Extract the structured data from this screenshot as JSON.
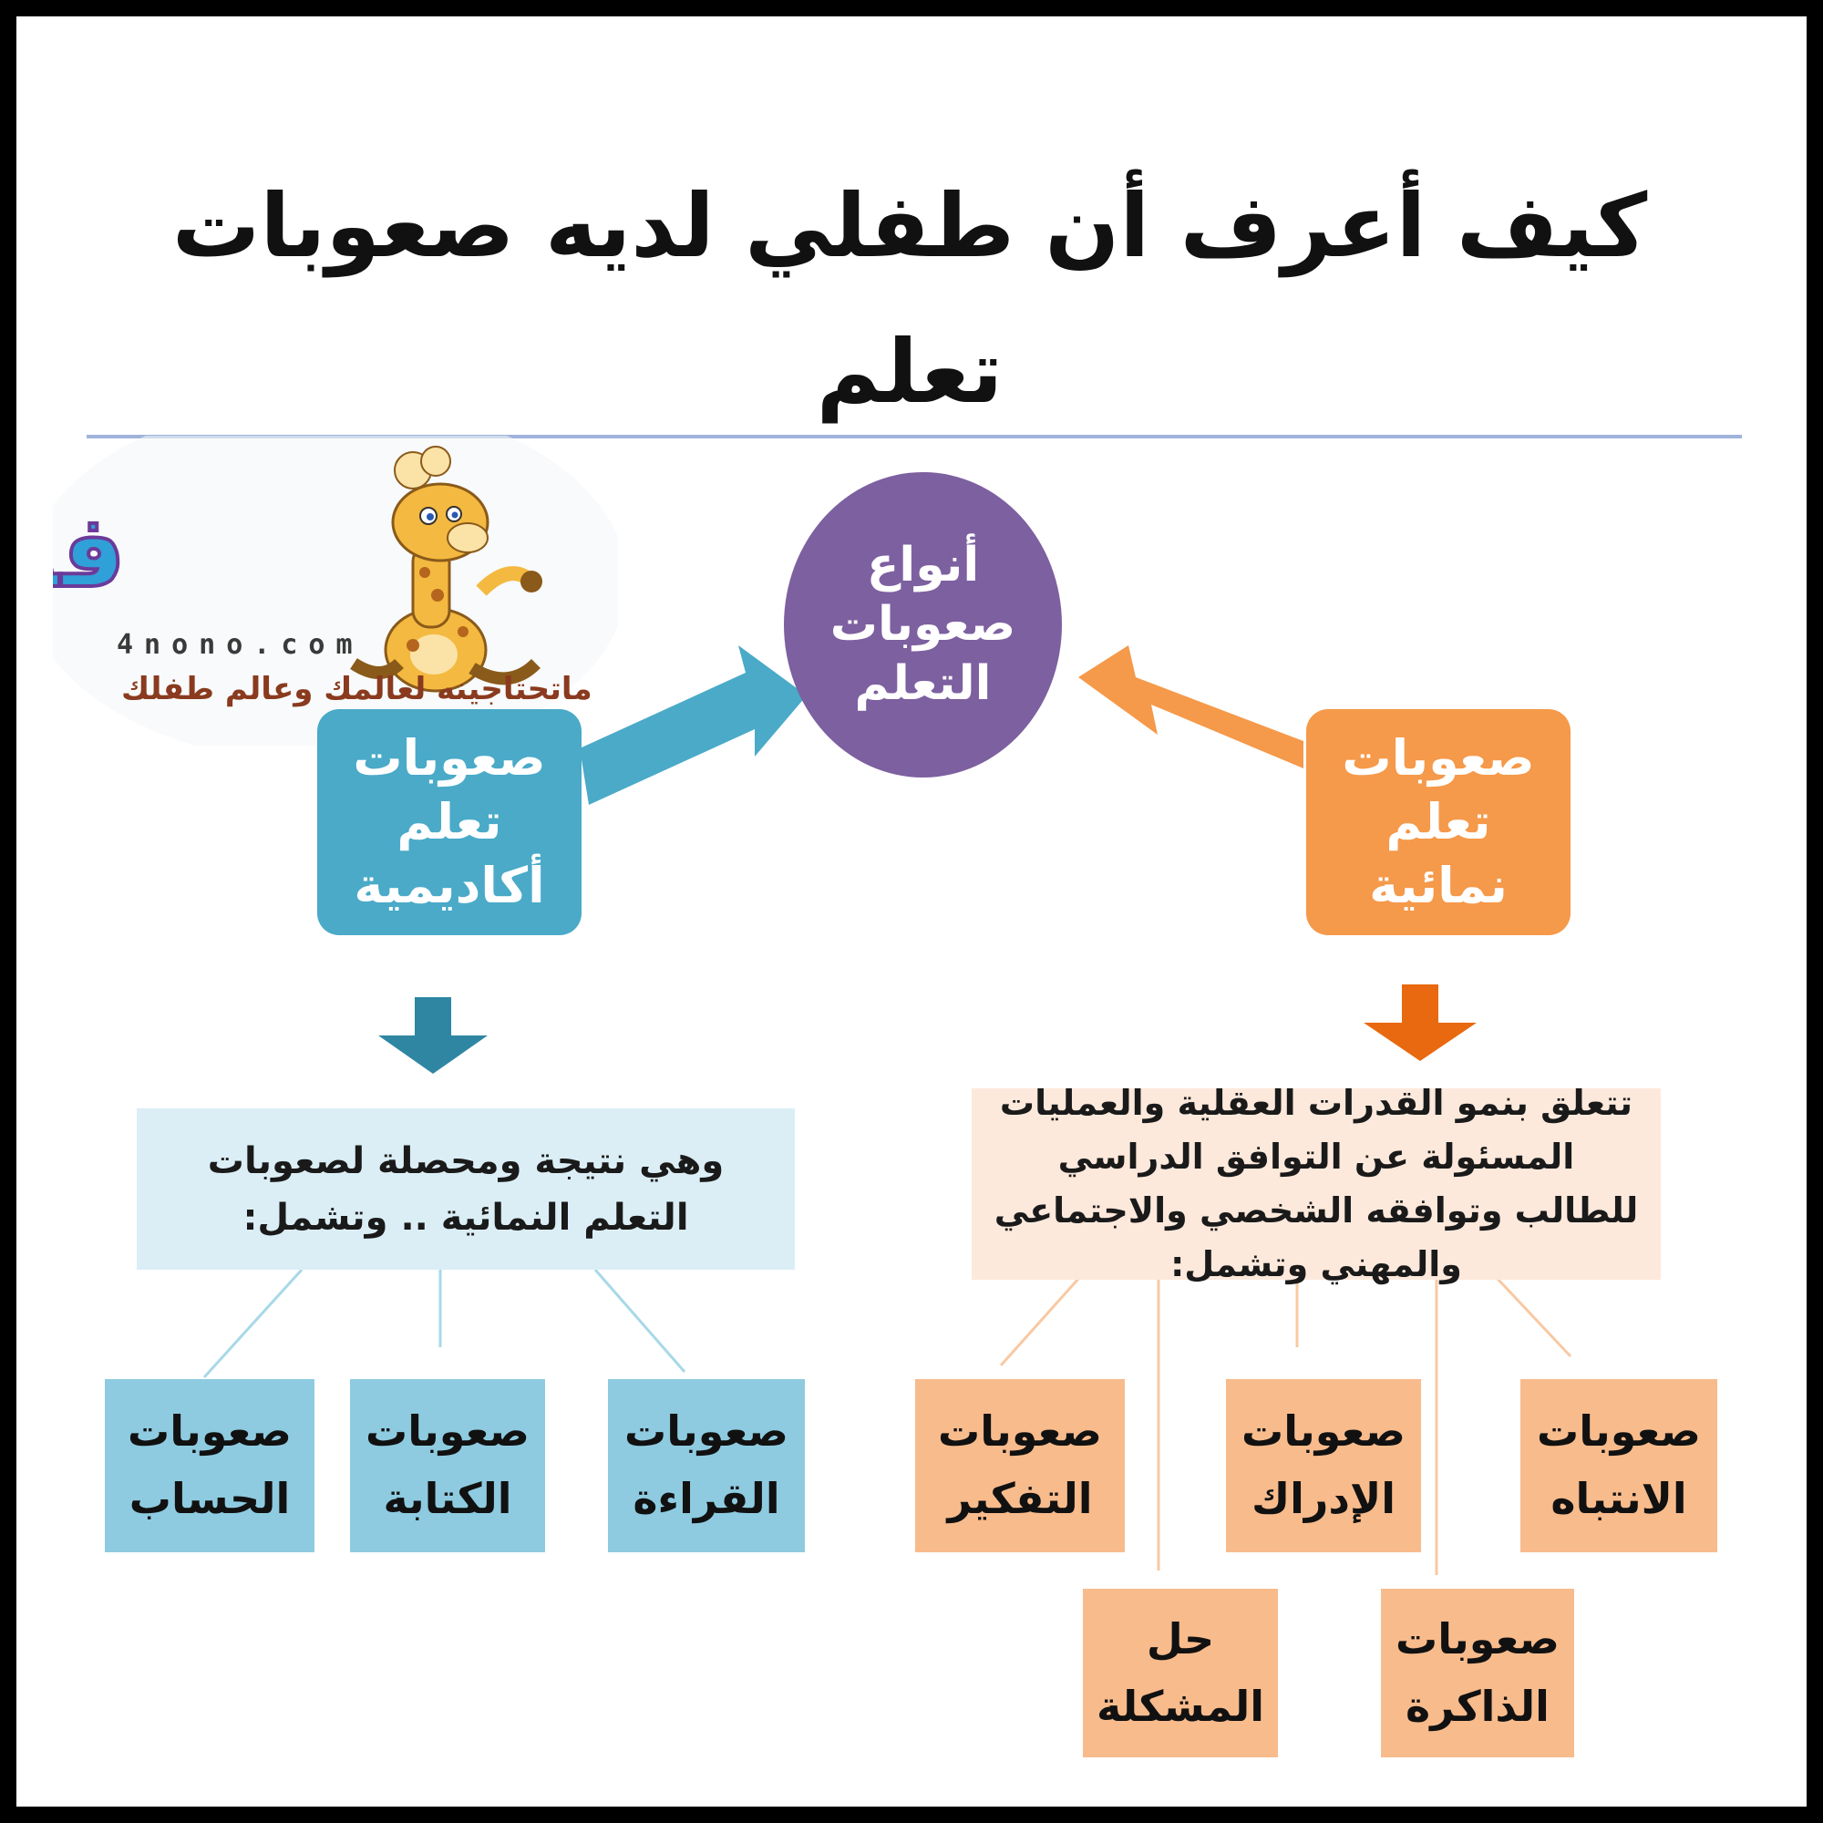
{
  "title": "كيف أعرف أن طفلي لديه صعوبات تعلم",
  "logo": {
    "name": "فورنونو",
    "domain": "4nono.com",
    "tagline": "ماتحتاجينه لعالمك وعالم طفلك"
  },
  "diagram": {
    "center": "أنواع صعوبات التعلم",
    "academic": {
      "label": "صعوبات تعلم أكاديمية",
      "description": "وهي نتيجة ومحصلة لصعوبات التعلم النمائية .. وتشمل:",
      "items": [
        "صعوبات الحساب",
        "صعوبات الكتابة",
        "صعوبات القراءة"
      ]
    },
    "developmental": {
      "label": "صعوبات تعلم نمائية",
      "description": "تتعلق بنمو القدرات العقلية والعمليات المسئولة عن التوافق الدراسي للطالب وتوافقه الشخصي والاجتماعي والمهني وتشمل:",
      "items": [
        "صعوبات التفكير",
        "صعوبات الإدراك",
        "صعوبات الانتباه",
        "حل المشكلة",
        "صعوبات الذاكرة"
      ]
    }
  },
  "colors": {
    "center": "#7d60a0",
    "academic": "#4aaac8",
    "academic_arrow": "#2e86a3",
    "academic_desc_bg": "#dbeef5",
    "academic_leaf": "#8ecbe0",
    "developmental": "#f5994a",
    "developmental_arrow": "#e8690f",
    "developmental_desc_bg": "#fde9dc",
    "developmental_leaf": "#f8bb8c",
    "rule": "#9fb4dc"
  }
}
